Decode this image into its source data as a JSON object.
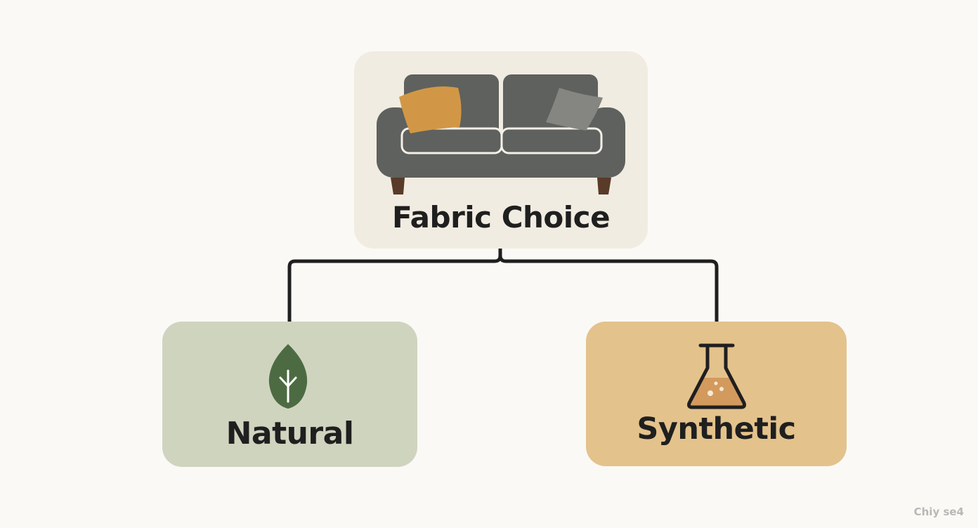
{
  "colors": {
    "background": "#faf9f6",
    "connector": "#1f1f1f",
    "root_fill": "#f1ece1",
    "natural_fill": "#cfd4bf",
    "synthetic_fill": "#e4c28c",
    "text": "#1f1f1f",
    "sofa_body": "#5e615d",
    "sofa_outline": "#f4f0e8",
    "pillow_left": "#d29746",
    "pillow_right": "#858682",
    "sofa_legs": "#5a3a28",
    "leaf": "#4d6b42",
    "flask_liquid": "#d39a5d",
    "flask_outline": "#1f1f1f",
    "watermark": "#b8b8b8"
  },
  "diagram": {
    "root": {
      "label": "Fabric Choice",
      "icon": "sofa-icon"
    },
    "children": [
      {
        "label": "Natural",
        "icon": "leaf-icon"
      },
      {
        "label": "Synthetic",
        "icon": "flask-icon"
      }
    ]
  },
  "watermark": "Chiy se4"
}
